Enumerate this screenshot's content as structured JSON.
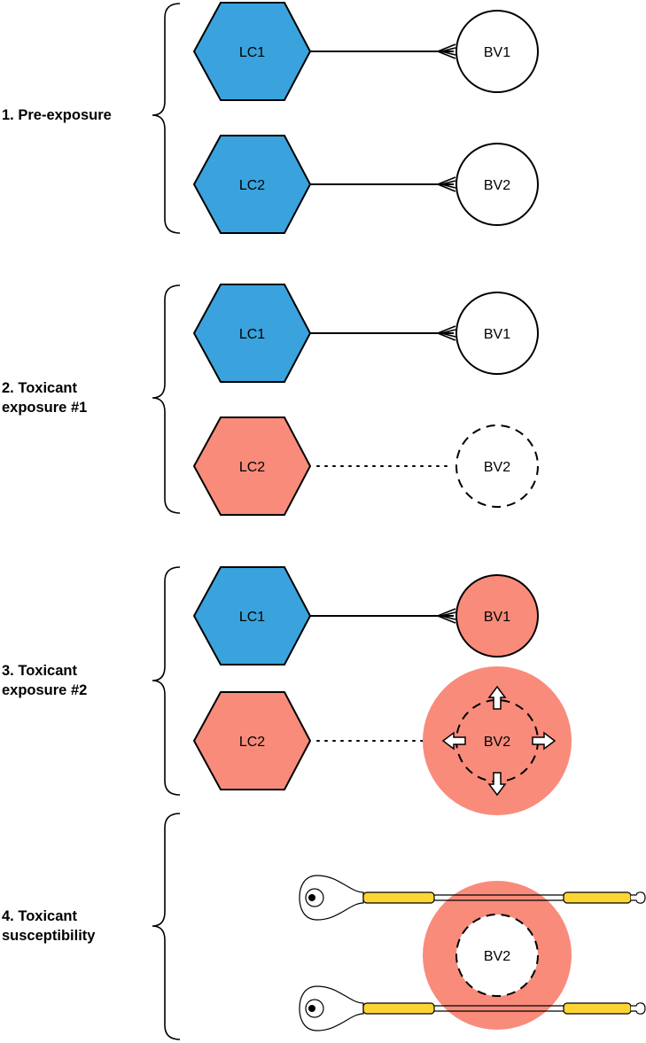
{
  "colors": {
    "healthy": "#3aa3dd",
    "affected": "#f98b7b",
    "axon_myelin": "#fcd535",
    "stroke": "#000000",
    "background": "#ffffff"
  },
  "stages": [
    {
      "label": "1. Pre-exposure",
      "lines": [
        "1. Pre-exposure"
      ],
      "rows": [
        {
          "lc": "LC1",
          "lc_state": "healthy",
          "bv": "BV1",
          "bv_state": "normal",
          "connection": "intact"
        },
        {
          "lc": "LC2",
          "lc_state": "healthy",
          "bv": "BV2",
          "bv_state": "normal",
          "connection": "intact"
        }
      ]
    },
    {
      "label": "2. Toxicant exposure #1",
      "lines": [
        "2. Toxicant",
        "exposure #1"
      ],
      "rows": [
        {
          "lc": "LC1",
          "lc_state": "healthy",
          "bv": "BV1",
          "bv_state": "normal",
          "connection": "intact"
        },
        {
          "lc": "LC2",
          "lc_state": "affected",
          "bv": "BV2",
          "bv_state": "denervated",
          "connection": "lost"
        }
      ]
    },
    {
      "label": "3. Toxicant exposure #2",
      "lines": [
        "3. Toxicant",
        "exposure #2"
      ],
      "rows": [
        {
          "lc": "LC1",
          "lc_state": "healthy",
          "bv": "BV1",
          "bv_state": "affected",
          "connection": "intact"
        },
        {
          "lc": "LC2",
          "lc_state": "affected",
          "bv": "BV2",
          "bv_state": "expanded",
          "connection": "lost"
        }
      ]
    },
    {
      "label": "4. Toxicant susceptibility",
      "lines": [
        "4. Toxicant",
        "susceptibility"
      ],
      "bv": "BV2",
      "neurons": 2
    }
  ]
}
